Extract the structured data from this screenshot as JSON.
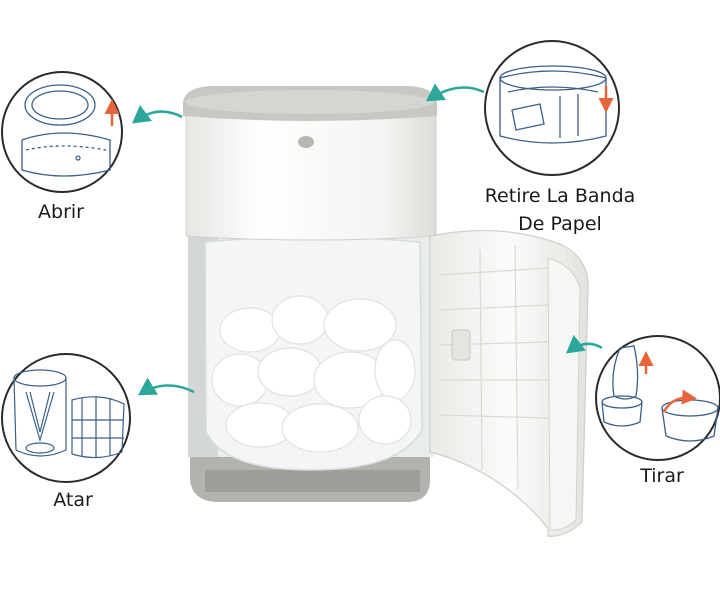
{
  "steps": {
    "abrir": {
      "label": "Abrir"
    },
    "retire": {
      "line1": "Retire La Banda",
      "line2": "De Papel"
    },
    "atar": {
      "label": "Atar"
    },
    "tirar": {
      "label": "Tirar"
    }
  },
  "colors": {
    "arrow": "#2ba89b",
    "accent_arrow": "#e8643a",
    "line_drawing": "#3a5f8a",
    "pail_body": "#f4f4f2",
    "pail_lid": "#c9c9c4",
    "pail_base": "#a8a8a3",
    "bag": "#eef1f2"
  }
}
